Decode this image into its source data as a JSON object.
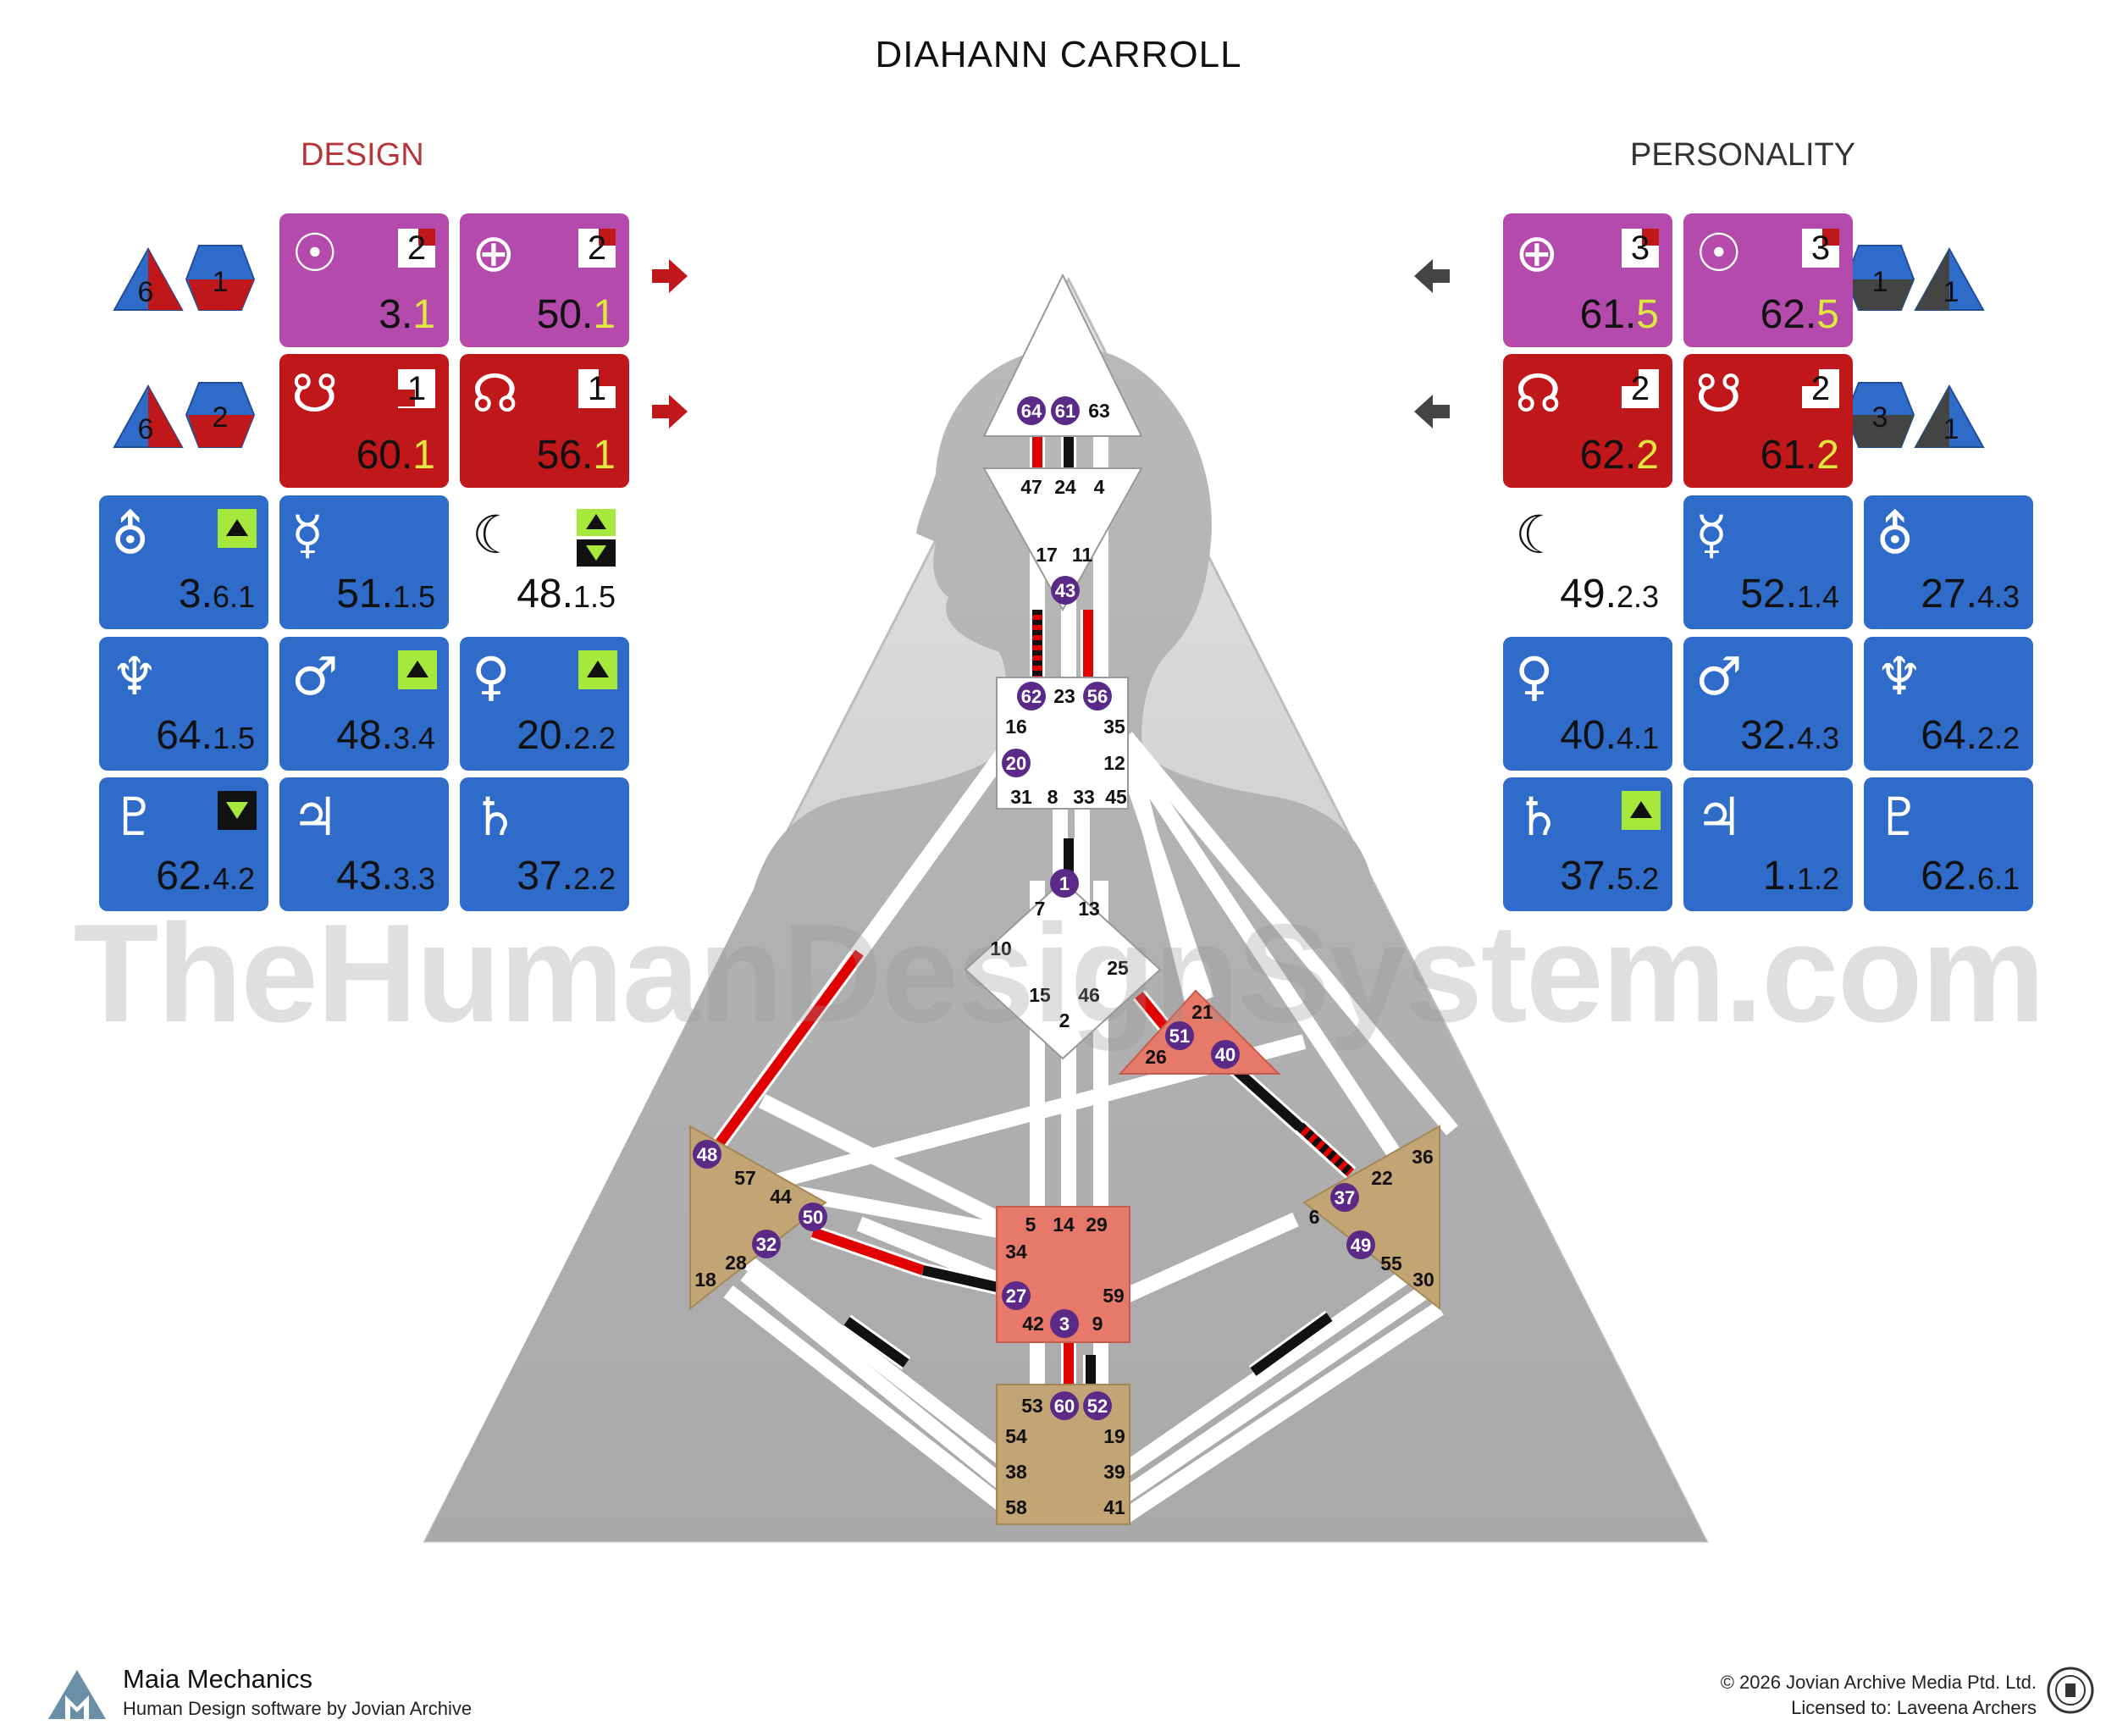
{
  "title": "DIAHANN CARROLL",
  "design_heading": "DESIGN",
  "personality_heading": "PERSONALITY",
  "watermark": "TheHumanDesignSystem.com",
  "colors": {
    "design": "#b5363b",
    "red": "#c0171b",
    "magenta": "#b44aab",
    "blue": "#2f6bc9",
    "gate_purple": "#5b2a86",
    "tan": "#c3a474",
    "salmon": "#e6796a",
    "lime": "#a6e83c"
  },
  "design_cards": [
    {
      "id": "sun",
      "icon": "sun-icon",
      "sym": "☉",
      "gate": "3",
      "line": "1",
      "sub": "",
      "color": "magenta",
      "badge": "2"
    },
    {
      "id": "earth",
      "icon": "earth-icon",
      "sym": "⊕",
      "gate": "50",
      "line": "1",
      "sub": "",
      "color": "magenta",
      "badge": "2"
    },
    {
      "id": "south-node",
      "icon": "south-node-icon",
      "sym": "☋",
      "gate": "60",
      "line": "1",
      "sub": "",
      "color": "red",
      "badge": "1"
    },
    {
      "id": "north-node",
      "icon": "north-node-icon",
      "sym": "☊",
      "gate": "56",
      "line": "1",
      "sub": "",
      "color": "red",
      "badge": "1"
    },
    {
      "id": "uranus",
      "icon": "uranus-icon",
      "sym": "⛢",
      "gate": "3",
      "line": "",
      "sub": "6.1",
      "color": "blue",
      "arrow": "up"
    },
    {
      "id": "mercury",
      "icon": "mercury-icon",
      "sym": "☿",
      "gate": "51",
      "line": "",
      "sub": "1.5",
      "color": "blue"
    },
    {
      "id": "moon",
      "icon": "moon-icon",
      "sym": "☾",
      "gate": "48",
      "line": "",
      "sub": "1.5",
      "color": "moon",
      "arrow": "both"
    },
    {
      "id": "neptune",
      "icon": "neptune-icon",
      "sym": "♆",
      "gate": "64",
      "line": "",
      "sub": "1.5",
      "color": "blue"
    },
    {
      "id": "mars",
      "icon": "mars-icon",
      "sym": "♂",
      "gate": "48",
      "line": "",
      "sub": "3.4",
      "color": "blue",
      "arrow": "up"
    },
    {
      "id": "venus",
      "icon": "venus-icon",
      "sym": "♀",
      "gate": "20",
      "line": "",
      "sub": "2.2",
      "color": "blue",
      "arrow": "up"
    },
    {
      "id": "pluto",
      "icon": "pluto-icon",
      "sym": "♇",
      "gate": "62",
      "line": "",
      "sub": "4.2",
      "color": "blue",
      "arrow": "down"
    },
    {
      "id": "jupiter",
      "icon": "jupiter-icon",
      "sym": "♃",
      "gate": "43",
      "line": "",
      "sub": "3.3",
      "color": "blue"
    },
    {
      "id": "saturn",
      "icon": "saturn-icon",
      "sym": "♄",
      "gate": "37",
      "line": "",
      "sub": "2.2",
      "color": "blue"
    }
  ],
  "personality_cards": [
    {
      "id": "earth",
      "icon": "earth-icon",
      "sym": "⊕",
      "gate": "61",
      "line": "5",
      "sub": "",
      "color": "magenta",
      "badge": "3"
    },
    {
      "id": "sun",
      "icon": "sun-icon",
      "sym": "☉",
      "gate": "62",
      "line": "5",
      "sub": "",
      "color": "magenta",
      "badge": "3"
    },
    {
      "id": "north-node",
      "icon": "north-node-icon",
      "sym": "☊",
      "gate": "62",
      "line": "2",
      "sub": "",
      "color": "red",
      "badge": "2"
    },
    {
      "id": "south-node",
      "icon": "south-node-icon",
      "sym": "☋",
      "gate": "61",
      "line": "2",
      "sub": "",
      "color": "red",
      "badge": "2"
    },
    {
      "id": "moon",
      "icon": "moon-icon",
      "sym": "☾",
      "gate": "49",
      "line": "",
      "sub": "2.3",
      "color": "moon"
    },
    {
      "id": "mercury",
      "icon": "mercury-icon",
      "sym": "☿",
      "gate": "52",
      "line": "",
      "sub": "1.4",
      "color": "blue"
    },
    {
      "id": "uranus",
      "icon": "uranus-icon",
      "sym": "⛢",
      "gate": "27",
      "line": "",
      "sub": "4.3",
      "color": "blue"
    },
    {
      "id": "venus",
      "icon": "venus-icon",
      "sym": "♀",
      "gate": "40",
      "line": "",
      "sub": "4.1",
      "color": "blue"
    },
    {
      "id": "mars",
      "icon": "mars-icon",
      "sym": "♂",
      "gate": "32",
      "line": "",
      "sub": "4.3",
      "color": "blue"
    },
    {
      "id": "neptune",
      "icon": "neptune-icon",
      "sym": "♆",
      "gate": "64",
      "line": "",
      "sub": "2.2",
      "color": "blue"
    },
    {
      "id": "saturn",
      "icon": "saturn-icon",
      "sym": "♄",
      "gate": "37",
      "line": "",
      "sub": "5.2",
      "color": "blue",
      "arrow": "up"
    },
    {
      "id": "jupiter",
      "icon": "jupiter-icon",
      "sym": "♃",
      "gate": "1",
      "line": "",
      "sub": "1.2",
      "color": "blue"
    },
    {
      "id": "pluto",
      "icon": "pluto-icon",
      "sym": "♇",
      "gate": "62",
      "line": "",
      "sub": "6.1",
      "color": "blue"
    }
  ],
  "variable_shapes": {
    "design": [
      [
        "6",
        "1"
      ],
      [
        "6",
        "2"
      ]
    ],
    "personality": [
      [
        "1",
        "1"
      ],
      [
        "3",
        "1"
      ]
    ]
  },
  "gates": {
    "head": [
      "64",
      "61",
      "63"
    ],
    "ajna": [
      "47",
      "24",
      "4",
      "17",
      "11",
      "43"
    ],
    "throat": [
      "62",
      "23",
      "56",
      "16",
      "35",
      "20",
      "12",
      "31",
      "8",
      "33",
      "45"
    ],
    "g": [
      "1",
      "7",
      "13",
      "10",
      "25",
      "15",
      "46",
      "2"
    ],
    "heart": [
      "21",
      "51",
      "26",
      "40"
    ],
    "spleen": [
      "48",
      "57",
      "44",
      "50",
      "32",
      "28",
      "18"
    ],
    "solar_plexus": [
      "36",
      "22",
      "37",
      "6",
      "49",
      "55",
      "30"
    ],
    "sacral": [
      "5",
      "14",
      "29",
      "34",
      "27",
      "59",
      "42",
      "3",
      "9"
    ],
    "root": [
      "53",
      "60",
      "52",
      "54",
      "19",
      "38",
      "39",
      "58",
      "41"
    ]
  },
  "active_gates": [
    "64",
    "61",
    "43",
    "62",
    "56",
    "20",
    "1",
    "51",
    "40",
    "48",
    "50",
    "32",
    "37",
    "49",
    "27",
    "3",
    "60",
    "52"
  ],
  "footer": {
    "app_name": "Maia Mechanics",
    "app_tagline": "Human Design software by Jovian Archive",
    "copyright": "© 2026 Jovian Archive Media Ptd. Ltd.",
    "licensed": "Licensed to: Laveena Archers"
  }
}
